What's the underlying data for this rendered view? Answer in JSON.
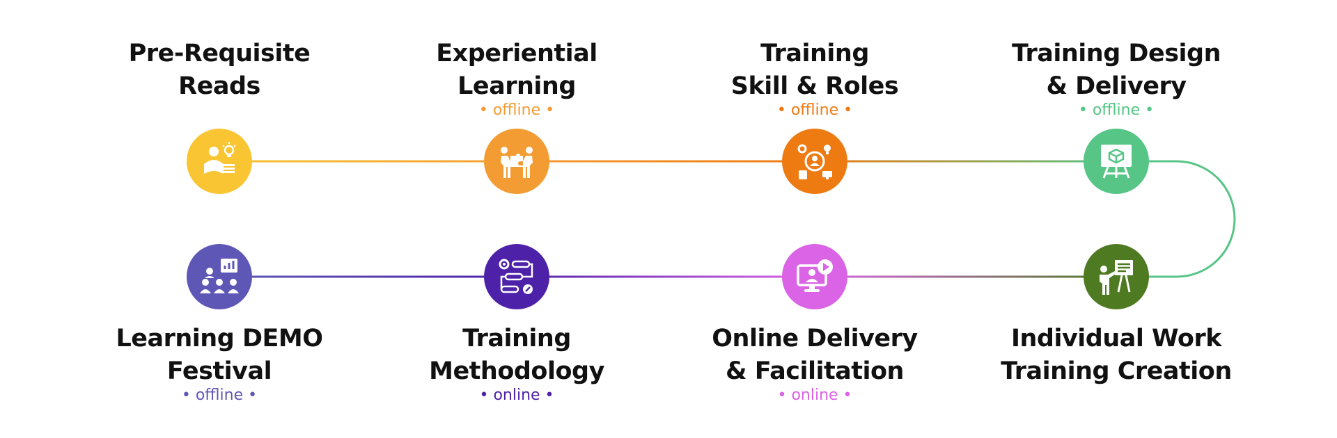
{
  "colors": {
    "yellow": "#F9C532",
    "light_orange": "#F39C33",
    "orange": "#EE7A12",
    "green": "#56C586",
    "dark_green": "#4E7A22",
    "magenta": "#DA63E6",
    "violet": "#4E22A8",
    "purple": "#5E57B6"
  },
  "steps": [
    {
      "title": [
        "Pre-Requisite",
        "Reads"
      ],
      "mode": "",
      "icon": "reader-icon",
      "color": "#F9C532"
    },
    {
      "title": [
        "Experiential",
        "Learning"
      ],
      "mode": "• offline •",
      "icon": "puzzle-team-icon",
      "color": "#F39C33"
    },
    {
      "title": [
        "Training",
        "Skill & Roles"
      ],
      "mode": "• offline •",
      "icon": "user-skills-icon",
      "color": "#EE7A12"
    },
    {
      "title": [
        "Training Design",
        "& Delivery"
      ],
      "mode": "• offline •",
      "icon": "presentation-board-icon",
      "color": "#56C586"
    },
    {
      "title": [
        "Individual Work",
        "Training Creation"
      ],
      "mode": "",
      "icon": "presenter-icon",
      "color": "#4E7A22"
    },
    {
      "title": [
        "Online Delivery",
        "& Facilitation"
      ],
      "mode": "• online •",
      "icon": "online-video-icon",
      "color": "#DA63E6"
    },
    {
      "title": [
        "Training",
        "Methodology"
      ],
      "mode": "• online •",
      "icon": "workflow-icon",
      "color": "#4E22A8"
    },
    {
      "title": [
        "Learning DEMO",
        "Festival"
      ],
      "mode": "• offline •",
      "icon": "audience-chart-icon",
      "color": "#5E57B6"
    }
  ]
}
